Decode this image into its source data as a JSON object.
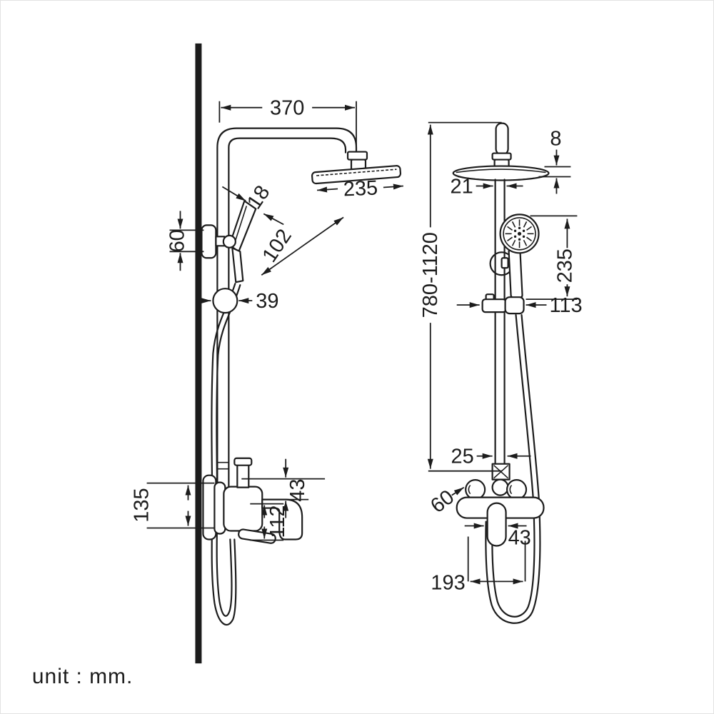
{
  "background": "#ffffff",
  "ink": "#1c1c1c",
  "unit_note": "unit : mm.",
  "side_view": {
    "arm_depth": "370",
    "head_width": "235",
    "hand_head_width": "18",
    "hand_head_length": "102",
    "holder_height": "60",
    "slider_diameter": "39",
    "escutcheon_height": "135",
    "outlet_drop": "43",
    "spout_drop": "112"
  },
  "front_view": {
    "head_edge_thickness": "8",
    "top_pipe_diameter": "21",
    "height_range": "780-1120",
    "hand_shower_drop": "235",
    "bracket_width": "113",
    "pipe_diameter": "25",
    "escutcheon_diameter": "60",
    "lever_width": "43",
    "hose_loop_width": "193"
  }
}
